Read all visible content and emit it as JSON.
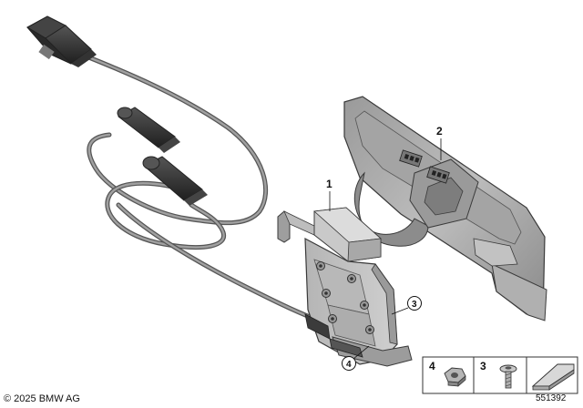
{
  "callouts": {
    "part1": "1",
    "part2": "2",
    "part3": "3",
    "part4": "4"
  },
  "legend": {
    "item4_label": "4",
    "item3_label": "3",
    "item4_icon": "hex-nut-icon",
    "item3_icon": "screw-icon",
    "item5_icon": "wedge-icon"
  },
  "footer": {
    "copyright": "© 2025 BMW AG",
    "diagram_id": "551392"
  },
  "colors": {
    "part_light": "#c8c8c8",
    "part_mid": "#a9a9a9",
    "part_dark": "#6f6f6f",
    "outline": "#3a3a3a",
    "connector_dark": "#2e2e2e"
  }
}
